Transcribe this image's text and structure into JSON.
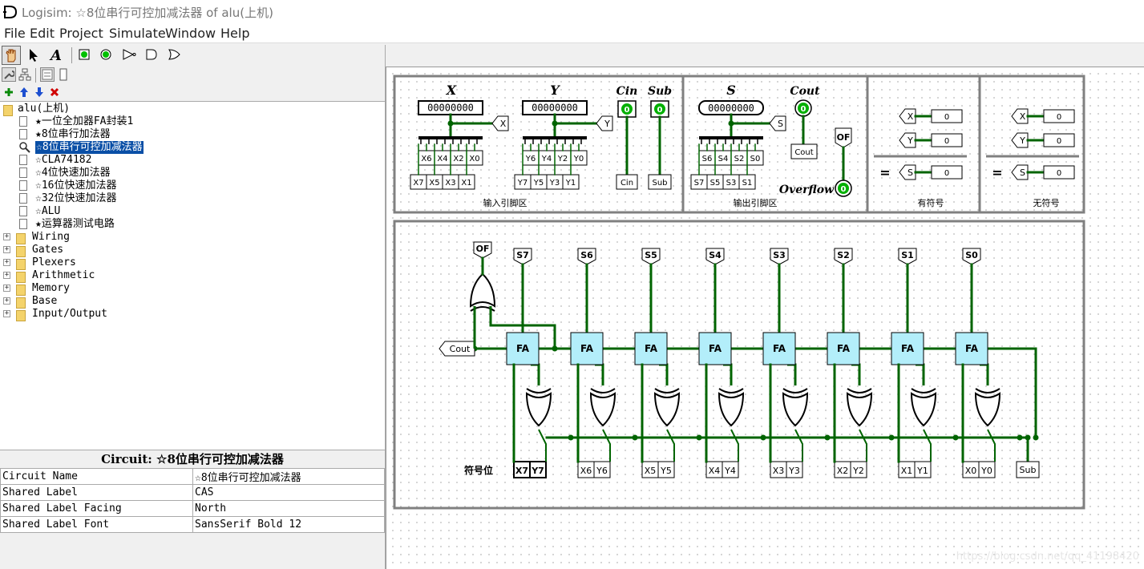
{
  "window": {
    "title": "Logisim: ☆8位串行可控加减法器 of alu(上机)"
  },
  "menubar": {
    "items": [
      "File",
      "Edit",
      "Project",
      "Simulate",
      "Window",
      "Help"
    ]
  },
  "toolbar": {
    "text_tool_glyph": "A"
  },
  "tree": {
    "project": "alu(上机)",
    "circuits": [
      "★一位全加器FA封装1",
      "★8位串行加法器",
      "☆8位串行可控加减法器",
      "☆CLA74182",
      "☆4位快速加法器",
      "☆16位快速加法器",
      "☆32位快速加法器",
      "☆ALU",
      "★运算器测试电路"
    ],
    "libraries": [
      "Wiring",
      "Gates",
      "Plexers",
      "Arithmetic",
      "Memory",
      "Base",
      "Input/Output"
    ],
    "expander_glyph": "+"
  },
  "properties": {
    "title": "Circuit: ☆8位串行可控加减法器",
    "rows": [
      {
        "key": "Circuit Name",
        "value": "☆8位串行可控加减法器"
      },
      {
        "key": "Shared Label",
        "value": "CAS"
      },
      {
        "key": "Shared Label Facing",
        "value": "North"
      },
      {
        "key": "Shared Label Font",
        "value": "SansSerif Bold 12"
      }
    ]
  },
  "diagram": {
    "sections": {
      "input_title": "输入引脚区",
      "output_title": "输出引脚区",
      "signed_title": "有符号",
      "unsigned_title": "无符号"
    },
    "labels": {
      "x": "X",
      "y": "Y",
      "cin": "Cin",
      "sub": "Sub",
      "s": "S",
      "cout": "Cout",
      "overflow": "Overflow",
      "sign_bit": "符号位",
      "fa": "FA",
      "of": "OF",
      "eq": "="
    },
    "pins": {
      "x_value": "00000000",
      "y_value": "00000000",
      "s_value": "00000000",
      "bit_zero": "0",
      "x_bits_top": [
        "X6",
        "X4",
        "X2",
        "X0"
      ],
      "x_bits_bottom": [
        "X7",
        "X5",
        "X3",
        "X1"
      ],
      "y_bits_top": [
        "Y6",
        "Y4",
        "Y2",
        "Y0"
      ],
      "y_bits_bottom": [
        "Y7",
        "Y5",
        "Y3",
        "Y1"
      ],
      "s_bits_top": [
        "S6",
        "S4",
        "S2",
        "S0"
      ],
      "s_bits_bottom": [
        "S7",
        "S5",
        "S3",
        "S1"
      ]
    },
    "tunnels": {
      "sum_outputs": [
        "S7",
        "S6",
        "S5",
        "S4",
        "S3",
        "S2",
        "S1",
        "S0"
      ],
      "x_inputs": [
        "X7",
        "X6",
        "X5",
        "X4",
        "X3",
        "X2",
        "X1",
        "X0"
      ],
      "y_inputs": [
        "Y7",
        "Y6",
        "Y5",
        "Y4",
        "Y3",
        "Y2",
        "Y1",
        "Y0"
      ],
      "sub": "Sub",
      "cout": "Cout",
      "cin": "Cin",
      "x": "X",
      "y": "Y",
      "s": "S",
      "zero": "0"
    },
    "colors": {
      "wire": "#006400",
      "fa_fill": "#b3eefa",
      "frame": "#808080",
      "value_green": "#00b000"
    }
  },
  "watermark": "https://blog.csdn.net/qq_41198420"
}
